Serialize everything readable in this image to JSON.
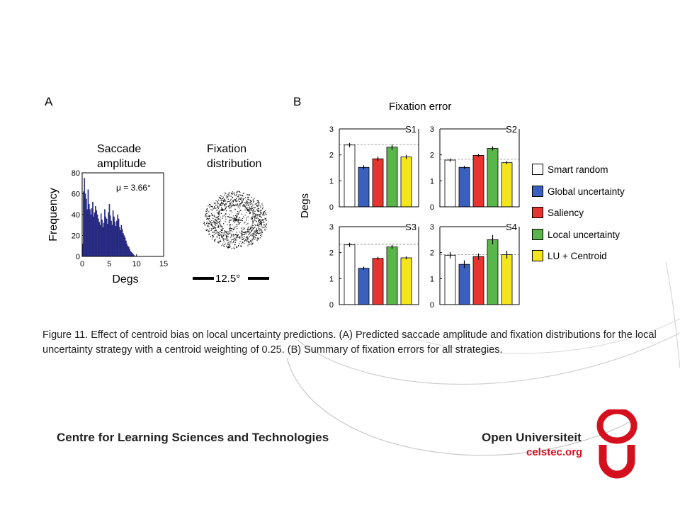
{
  "figure": {
    "panel_a_letter": "A",
    "panel_b_letter": "B",
    "histogram": {
      "title_line1": "Saccade",
      "title_line2": "amplitude",
      "ylabel": "Frequency",
      "xlabel": "Degs",
      "mu_label": "μ = 3.66°"
    },
    "fixation": {
      "title_line1": "Fixation",
      "title_line2": "distribution",
      "scale_label": "12.5°"
    },
    "panel_b_title": "Fixation error",
    "panel_b_ylabel": "Degs",
    "legend": [
      {
        "label": "Smart random",
        "color": "#ffffff"
      },
      {
        "label": "Global uncertainty",
        "color": "#3a5fbf"
      },
      {
        "label": "Saliency",
        "color": "#e8342f"
      },
      {
        "label": "Local uncertainty",
        "color": "#5ab54a"
      },
      {
        "label": "LU + Centroid",
        "color": "#f5e61b"
      }
    ]
  },
  "chart_data": [
    {
      "type": "bar",
      "title": "Saccade amplitude",
      "xlabel": "Degs",
      "ylabel": "Frequency",
      "annotation": "μ = 3.66°",
      "xlim": [
        0,
        15
      ],
      "ylim": [
        0,
        80
      ],
      "xticks": [
        0,
        5,
        10,
        15
      ],
      "yticks": [
        0,
        20,
        40,
        60,
        80
      ],
      "bin_width": 0.17,
      "values": [
        12,
        62,
        75,
        60,
        55,
        45,
        64,
        50,
        45,
        40,
        46,
        52,
        38,
        42,
        48,
        44,
        40,
        36,
        33,
        30,
        41,
        35,
        28,
        32,
        45,
        38,
        36,
        31,
        42,
        50,
        39,
        34,
        30,
        44,
        38,
        33,
        29,
        34,
        40,
        36,
        28,
        25,
        30,
        26,
        22,
        20,
        18,
        15,
        12,
        10,
        9,
        7,
        5,
        4,
        3,
        2,
        1
      ]
    },
    {
      "type": "bar",
      "title": "Fixation error",
      "ylabel": "Degs",
      "ylim": [
        0,
        3
      ],
      "yticks": [
        0,
        1,
        2,
        3
      ],
      "categories": [
        "Smart random",
        "Global uncertainty",
        "Saliency",
        "Local uncertainty",
        "LU + Centroid"
      ],
      "colors": [
        "#ffffff",
        "#3a5fbf",
        "#e8342f",
        "#5ab54a",
        "#f5e61b"
      ],
      "subplots": [
        {
          "name": "S1",
          "values": [
            2.38,
            1.52,
            1.85,
            2.3,
            1.92
          ],
          "errors": [
            0.08,
            0.08,
            0.08,
            0.1,
            0.08
          ],
          "reference": 2.4
        },
        {
          "name": "S2",
          "values": [
            1.8,
            1.52,
            1.98,
            2.25,
            1.7
          ],
          "errors": [
            0.06,
            0.06,
            0.06,
            0.08,
            0.06
          ],
          "reference": 1.83
        },
        {
          "name": "S3",
          "values": [
            2.3,
            1.4,
            1.78,
            2.22,
            1.8
          ],
          "errors": [
            0.08,
            0.06,
            0.06,
            0.08,
            0.06
          ],
          "reference": 2.32
        },
        {
          "name": "S4",
          "values": [
            1.9,
            1.55,
            1.85,
            2.5,
            1.92
          ],
          "errors": [
            0.12,
            0.15,
            0.12,
            0.18,
            0.15
          ],
          "reference": 1.92
        }
      ]
    }
  ],
  "caption": {
    "line1": "Figure 11. Effect of centroid bias on local uncertainty predictions. (A) Predicted saccade amplitude and fixation distributions for the local",
    "line2": "uncertainty strategy with a centroid weighting of 0.25. (B) Summary of fixation errors for all strategies."
  },
  "footer": {
    "org": "Centre for Learning Sciences and Technologies",
    "university": "Open Universiteit",
    "site": "celstec.org",
    "logo_letters": "OU",
    "logo_color": "#d4101e"
  }
}
